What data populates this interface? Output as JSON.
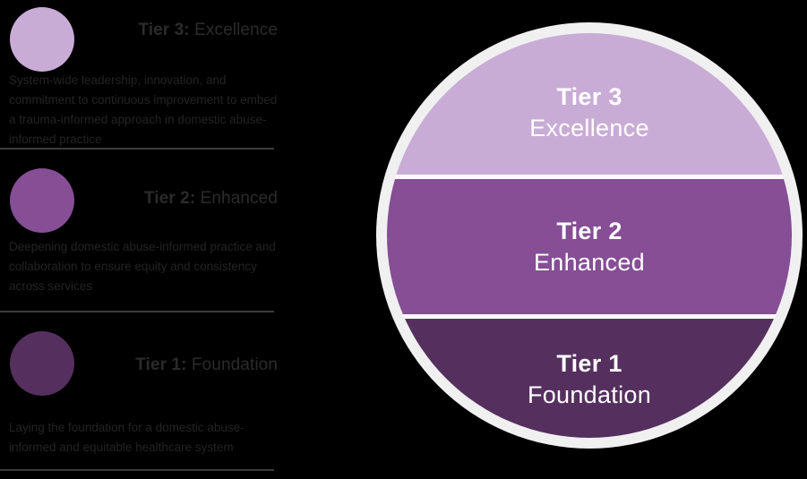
{
  "background_color": "#000000",
  "palette": {
    "tier3": "#c9acd6",
    "tier2": "#854e95",
    "tier1": "#55305e",
    "ring": "#f0f0f0",
    "band_text": "#ffffff",
    "heading_text": "#2b2b2b",
    "body_text": "#232323",
    "divider": "#3c3c3c"
  },
  "legend": {
    "tiers": [
      {
        "number": "Tier 3:",
        "label": " Excellence",
        "bullet_color": "#c9acd6",
        "description": "System-wide leadership, innovation, and commitment to continuous improvement to embed a trauma-informed approach in domestic abuse-informed practice"
      },
      {
        "number": "Tier 2:",
        "label": " Enhanced",
        "bullet_color": "#854e95",
        "description": "Deepening domestic abuse-informed practice and collaboration to ensure equity and consistency across services"
      },
      {
        "number": "Tier 1:",
        "label": " Foundation",
        "bullet_color": "#55305e",
        "description": "Laying the foundation for a domestic abuse-informed and equitable healthcare system"
      }
    ]
  },
  "diagram": {
    "bands": [
      {
        "number": "Tier 3",
        "label": "Excellence",
        "color": "#c9acd6"
      },
      {
        "number": "Tier 2",
        "label": "Enhanced",
        "color": "#854e95"
      },
      {
        "number": "Tier 1",
        "label": "Foundation",
        "color": "#55305e"
      }
    ]
  }
}
